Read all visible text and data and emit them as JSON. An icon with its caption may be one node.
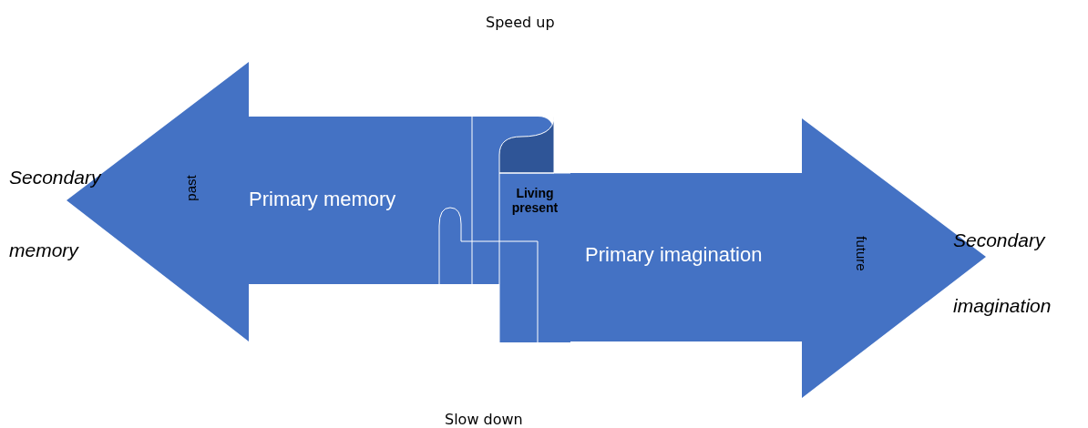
{
  "diagram": {
    "nodes": [
      {
        "text": [
          "past",
          "Primary memory"
        ]
      },
      {
        "text": [
          "Primary imagination",
          "future"
        ]
      },
      {
        "text": [
          "Living present"
        ]
      }
    ],
    "labels": [
      "Speed up",
      "Secondary memory",
      "Secondary imagination",
      "Slow down"
    ]
  }
}
